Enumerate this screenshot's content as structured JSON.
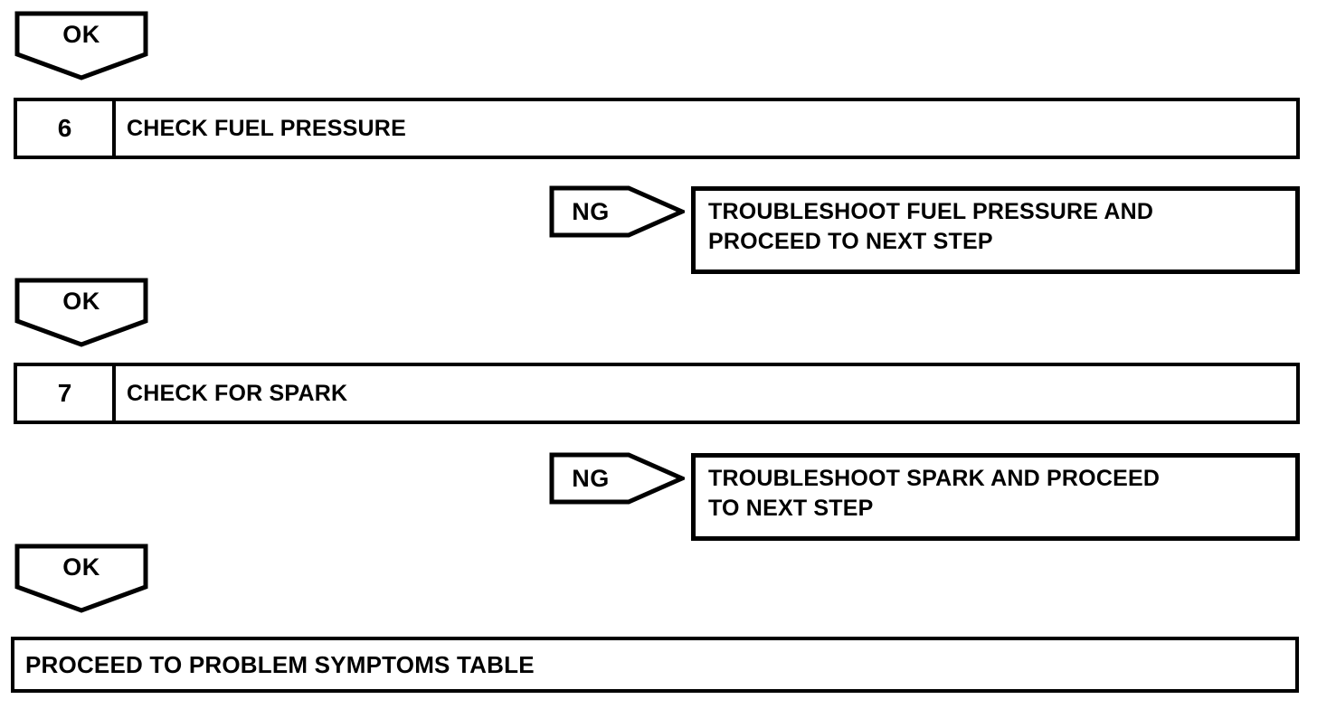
{
  "flowchart": {
    "connector_ok_label": "OK",
    "connector_ng_label": "NG",
    "steps": [
      {
        "number": "6",
        "title": "CHECK FUEL PRESSURE",
        "ng_action_lines": [
          "TROUBLESHOOT FUEL PRESSURE AND",
          "PROCEED TO NEXT STEP"
        ]
      },
      {
        "number": "7",
        "title": "CHECK FOR SPARK",
        "ng_action_lines": [
          "TROUBLESHOOT SPARK AND PROCEED",
          "TO NEXT STEP"
        ]
      }
    ],
    "final_action": "PROCEED TO PROBLEM SYMPTOMS TABLE",
    "colors": {
      "line": "#000000",
      "fill": "#ffffff"
    }
  }
}
